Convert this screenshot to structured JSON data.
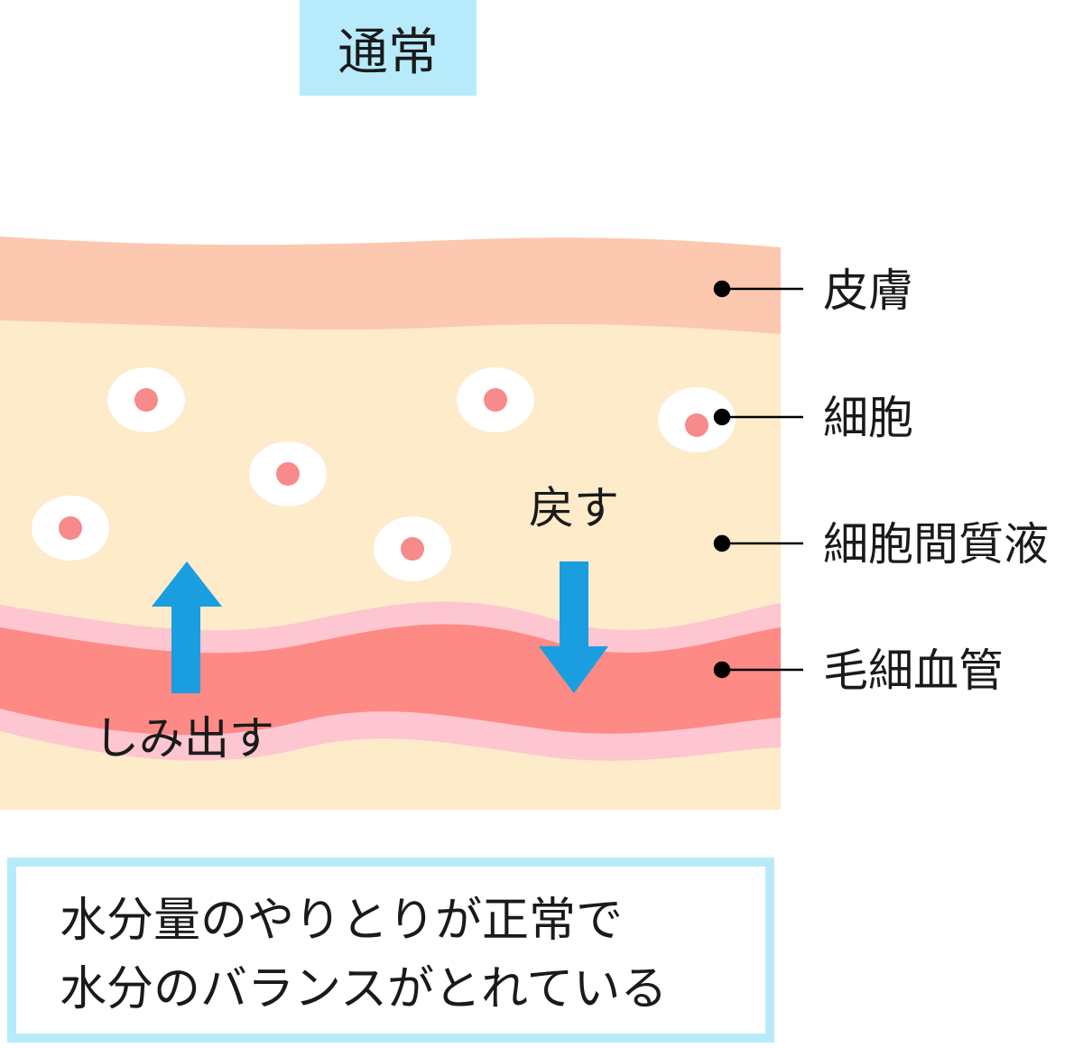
{
  "title": "通常",
  "labels": {
    "skin": "皮膚",
    "cell": "細胞",
    "interstitial_fluid": "細胞間質液",
    "capillary": "毛細血管"
  },
  "flows": {
    "return": "戻す",
    "seep_out": "しみ出す"
  },
  "note": {
    "line1": "水分量のやりとりが正常で",
    "line2": "水分のバランスがとれている"
  },
  "colors": {
    "title_bg": "#b7ebfb",
    "skin": "#fcc8b0",
    "interstitial": "#fdebc9",
    "vessel_outer": "#fdc6d0",
    "vessel_inner": "#fe8a86",
    "cell": "#ffffff",
    "nucleus": "#f78a8a",
    "arrow": "#1a9ee0"
  }
}
